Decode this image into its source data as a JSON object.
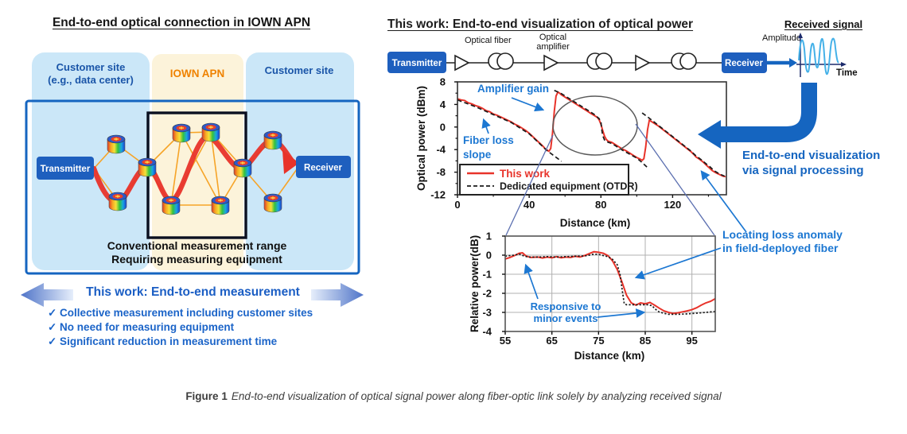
{
  "figure": {
    "caption_prefix": "Figure 1",
    "caption": "End-to-end visualization of optical signal power along fiber-optic link solely by analyzing received signal"
  },
  "left_panel": {
    "title": "End-to-end optical connection in IOWN APN",
    "customer_site_left_line1": "Customer site",
    "customer_site_left_line2": "(e.g., data center)",
    "iown_apn": "IOWN APN",
    "customer_site_right": "Customer site",
    "transmitter": "Transmitter",
    "receiver": "Receiver",
    "conventional_line1": "Conventional measurement range",
    "conventional_line2": "Requiring measuring equipment",
    "this_work": "This work: End-to-end measurement",
    "checklist": [
      "✓ Collective measurement including customer sites",
      "✓ No need for measuring equipment",
      "✓ Significant reduction in measurement time"
    ]
  },
  "right_panel": {
    "title": "This work: End-to-end visualization of optical power",
    "schematic": {
      "transmitter": "Transmitter",
      "receiver": "Receiver",
      "optical_fiber": "Optical fiber",
      "amp_line1": "Optical",
      "amp_line2": "amplifier"
    },
    "received_signal": {
      "title": "Received signal",
      "amplitude": "Amplitude",
      "time": "Time"
    },
    "annotations": {
      "amplifier_gain": "Amplifier gain",
      "fiber_loss_line1": "Fiber loss",
      "fiber_loss_line2": "slope",
      "viz_line1": "End-to-end visualization",
      "viz_line2": "via signal processing",
      "locating_line1": "Locating loss anomaly",
      "locating_line2": "in field-deployed fiber",
      "responsive_line1": "Responsive to",
      "responsive_line2": "minor events"
    },
    "colors": {
      "accent_blue": "#1565c0",
      "annotation_blue": "#1c77d2",
      "series_red": "#e8332a",
      "orange": "#ef8200"
    }
  },
  "chart_data": [
    {
      "id": "main",
      "type": "line",
      "title": "",
      "xlabel": "Distance (km)",
      "ylabel": "Optical power (dBm)",
      "xlim": [
        0,
        150
      ],
      "ylim": [
        -12,
        8
      ],
      "xticks": [
        0,
        40,
        80,
        120
      ],
      "xticks_minor": [
        20,
        60,
        100,
        140
      ],
      "yticks": [
        8,
        4,
        0,
        -4,
        -8,
        -12
      ],
      "yticks_minor": [
        6,
        2,
        -2,
        -6,
        -10
      ],
      "legend_position": "lower left",
      "series": [
        {
          "name": "This work",
          "color": "#e8332a",
          "style": "solid",
          "points": [
            [
              0,
              5.0
            ],
            [
              2,
              4.8
            ],
            [
              4,
              4.7
            ],
            [
              6,
              4.3
            ],
            [
              8,
              4.1
            ],
            [
              10,
              3.8
            ],
            [
              12,
              3.6
            ],
            [
              14,
              3.3
            ],
            [
              16,
              2.9
            ],
            [
              18,
              2.7
            ],
            [
              20,
              2.3
            ],
            [
              22,
              2.1
            ],
            [
              24,
              1.8
            ],
            [
              26,
              1.5
            ],
            [
              28,
              1.2
            ],
            [
              30,
              0.9
            ],
            [
              32,
              0.5
            ],
            [
              34,
              0.2
            ],
            [
              36,
              -0.2
            ],
            [
              38,
              -0.6
            ],
            [
              40,
              -1.1
            ],
            [
              42,
              -1.7
            ],
            [
              44,
              -2.3
            ],
            [
              46,
              -2.9
            ],
            [
              48,
              -3.5
            ],
            [
              49,
              -3.9
            ],
            [
              50,
              -4.1
            ],
            [
              51,
              -4.3
            ],
            [
              52,
              -3.8
            ],
            [
              53,
              -1.2
            ],
            [
              54,
              2.8
            ],
            [
              55,
              5.5
            ],
            [
              56,
              6.2
            ],
            [
              57,
              6.0
            ],
            [
              58,
              5.7
            ],
            [
              60,
              5.3
            ],
            [
              62,
              4.9
            ],
            [
              64,
              4.5
            ],
            [
              66,
              4.1
            ],
            [
              68,
              3.7
            ],
            [
              70,
              3.3
            ],
            [
              72,
              2.9
            ],
            [
              74,
              2.5
            ],
            [
              76,
              2.1
            ],
            [
              78,
              1.7
            ],
            [
              79,
              1.3
            ],
            [
              80,
              0.5
            ],
            [
              81,
              -0.6
            ],
            [
              82,
              -1.6
            ],
            [
              83,
              -2.2
            ],
            [
              84,
              -2.5
            ],
            [
              85,
              -2.6
            ],
            [
              86,
              -2.7
            ],
            [
              87,
              -2.9
            ],
            [
              88,
              -3.1
            ],
            [
              90,
              -3.5
            ],
            [
              92,
              -3.9
            ],
            [
              94,
              -4.2
            ],
            [
              96,
              -4.6
            ],
            [
              98,
              -5.0
            ],
            [
              100,
              -5.4
            ],
            [
              102,
              -5.7
            ],
            [
              103,
              -5.9
            ],
            [
              104,
              -5.6
            ],
            [
              105,
              -3.5
            ],
            [
              106,
              -0.5
            ],
            [
              107,
              1.2
            ],
            [
              108,
              1.0
            ],
            [
              110,
              0.6
            ],
            [
              112,
              0.2
            ],
            [
              114,
              -0.3
            ],
            [
              116,
              -0.8
            ],
            [
              118,
              -1.3
            ],
            [
              120,
              -1.8
            ],
            [
              122,
              -2.3
            ],
            [
              124,
              -2.8
            ],
            [
              126,
              -3.3
            ],
            [
              128,
              -3.8
            ],
            [
              130,
              -4.3
            ],
            [
              132,
              -4.9
            ],
            [
              133,
              -5.3
            ],
            [
              135,
              -5.7
            ],
            [
              137,
              -6.2
            ],
            [
              139,
              -6.8
            ],
            [
              140,
              -7.1
            ],
            [
              142,
              -7.7
            ],
            [
              144,
              -8.1
            ],
            [
              146,
              -8.4
            ],
            [
              148,
              -8.7
            ],
            [
              149.5,
              -8.8
            ]
          ]
        },
        {
          "name": "Dedicated equipment (OTDR)",
          "color": "#1a1a1a",
          "style": "dashed",
          "segments": [
            [
              [
                0,
                4.8
              ],
              [
                10,
                3.6
              ],
              [
                20,
                2.2
              ],
              [
                30,
                0.8
              ],
              [
                40,
                -1.2
              ],
              [
                46,
                -3.0
              ],
              [
                50,
                -4.2
              ],
              [
                53,
                -4.9
              ],
              [
                56,
                -5.6
              ],
              [
                58,
                -6.1
              ]
            ],
            [
              [
                54,
                6.5
              ],
              [
                58,
                5.9
              ],
              [
                64,
                4.7
              ],
              [
                70,
                3.5
              ],
              [
                76,
                2.3
              ],
              [
                79,
                1.5
              ],
              [
                80,
                0.9
              ],
              [
                80.5,
                -0.5
              ],
              [
                81,
                -1.5
              ],
              [
                82,
                -2.3
              ],
              [
                84,
                -2.7
              ],
              [
                86,
                -2.9
              ],
              [
                88,
                -3.3
              ],
              [
                92,
                -4.1
              ],
              [
                96,
                -4.8
              ],
              [
                100,
                -5.5
              ],
              [
                103,
                -6.3
              ],
              [
                106,
                -7.2
              ]
            ],
            [
              [
                103,
                2.5
              ],
              [
                106,
                1.8
              ],
              [
                110,
                0.8
              ],
              [
                114,
                -0.2
              ],
              [
                118,
                -1.2
              ],
              [
                122,
                -2.2
              ],
              [
                126,
                -3.2
              ],
              [
                130,
                -4.2
              ],
              [
                133,
                -5.1
              ],
              [
                136,
                -5.8
              ],
              [
                139,
                -6.6
              ],
              [
                141,
                -7.1
              ],
              [
                143,
                -7.7
              ],
              [
                146,
                -8.3
              ],
              [
                149,
                -8.7
              ]
            ]
          ]
        }
      ],
      "annotations": [
        "Amplifier gain",
        "Fiber loss slope"
      ]
    },
    {
      "id": "inset",
      "type": "line",
      "title": "",
      "xlabel": "Distance (km)",
      "ylabel": "Relative power(dB)",
      "xlim": [
        55,
        100
      ],
      "ylim": [
        -4,
        1
      ],
      "xticks": [
        55,
        65,
        75,
        85,
        95
      ],
      "yticks": [
        1,
        0,
        -1,
        -2,
        -3,
        -4
      ],
      "grid": {
        "x": [
          65,
          75,
          85,
          95
        ],
        "y": [
          0,
          -1,
          -2,
          -3
        ]
      },
      "series": [
        {
          "name": "This work",
          "color": "#e8332a",
          "style": "solid",
          "points": [
            [
              55,
              -0.2
            ],
            [
              56,
              -0.12
            ],
            [
              57,
              -0.02
            ],
            [
              58,
              0.1
            ],
            [
              58.7,
              0.12
            ],
            [
              59.5,
              -0.05
            ],
            [
              60.5,
              -0.12
            ],
            [
              62,
              -0.1
            ],
            [
              63,
              -0.15
            ],
            [
              64,
              -0.1
            ],
            [
              65,
              -0.14
            ],
            [
              66,
              -0.08
            ],
            [
              67,
              -0.14
            ],
            [
              68,
              -0.1
            ],
            [
              69,
              -0.12
            ],
            [
              70,
              -0.06
            ],
            [
              71,
              -0.1
            ],
            [
              72,
              -0.02
            ],
            [
              73,
              0.08
            ],
            [
              74,
              0.18
            ],
            [
              75,
              0.15
            ],
            [
              76,
              0.1
            ],
            [
              77,
              -0.02
            ],
            [
              78,
              -0.3
            ],
            [
              79,
              -0.75
            ],
            [
              80,
              -1.4
            ],
            [
              81,
              -2.1
            ],
            [
              82,
              -2.5
            ],
            [
              83,
              -2.62
            ],
            [
              84,
              -2.5
            ],
            [
              85,
              -2.55
            ],
            [
              86,
              -2.48
            ],
            [
              87,
              -2.62
            ],
            [
              88,
              -2.78
            ],
            [
              89,
              -2.92
            ],
            [
              90,
              -3.0
            ],
            [
              91,
              -3.06
            ],
            [
              92,
              -3.02
            ],
            [
              93,
              -2.97
            ],
            [
              94,
              -2.92
            ],
            [
              95,
              -2.86
            ],
            [
              96,
              -2.76
            ],
            [
              97,
              -2.62
            ],
            [
              98,
              -2.5
            ],
            [
              99,
              -2.42
            ],
            [
              100,
              -2.28
            ]
          ]
        },
        {
          "name": "Dedicated equipment (OTDR)",
          "color": "#1a1a1a",
          "style": "dotted",
          "points": [
            [
              55,
              -0.06
            ],
            [
              56,
              -0.02
            ],
            [
              57,
              0.0
            ],
            [
              58,
              0.06
            ],
            [
              59,
              -0.04
            ],
            [
              60,
              -0.1
            ],
            [
              62,
              -0.1
            ],
            [
              64,
              -0.08
            ],
            [
              66,
              -0.1
            ],
            [
              68,
              -0.08
            ],
            [
              70,
              -0.06
            ],
            [
              72,
              -0.04
            ],
            [
              73,
              0.0
            ],
            [
              74,
              0.05
            ],
            [
              75,
              0.04
            ],
            [
              76,
              -0.02
            ],
            [
              77,
              -0.08
            ],
            [
              78,
              -0.22
            ],
            [
              79,
              -0.5
            ],
            [
              79.6,
              -1.0
            ],
            [
              80.1,
              -1.9
            ],
            [
              80.5,
              -2.55
            ],
            [
              81,
              -2.6
            ],
            [
              82.5,
              -2.6
            ],
            [
              84,
              -2.6
            ],
            [
              85.5,
              -2.6
            ],
            [
              86.5,
              -2.65
            ],
            [
              87,
              -2.8
            ],
            [
              88,
              -2.98
            ],
            [
              89,
              -3.05
            ],
            [
              90,
              -3.1
            ],
            [
              92,
              -3.1
            ],
            [
              94,
              -3.08
            ],
            [
              96,
              -3.04
            ],
            [
              98,
              -3.0
            ],
            [
              100,
              -2.95
            ]
          ]
        }
      ],
      "annotations": [
        "Responsive to minor events",
        "Locating loss anomaly in field-deployed fiber"
      ]
    }
  ]
}
